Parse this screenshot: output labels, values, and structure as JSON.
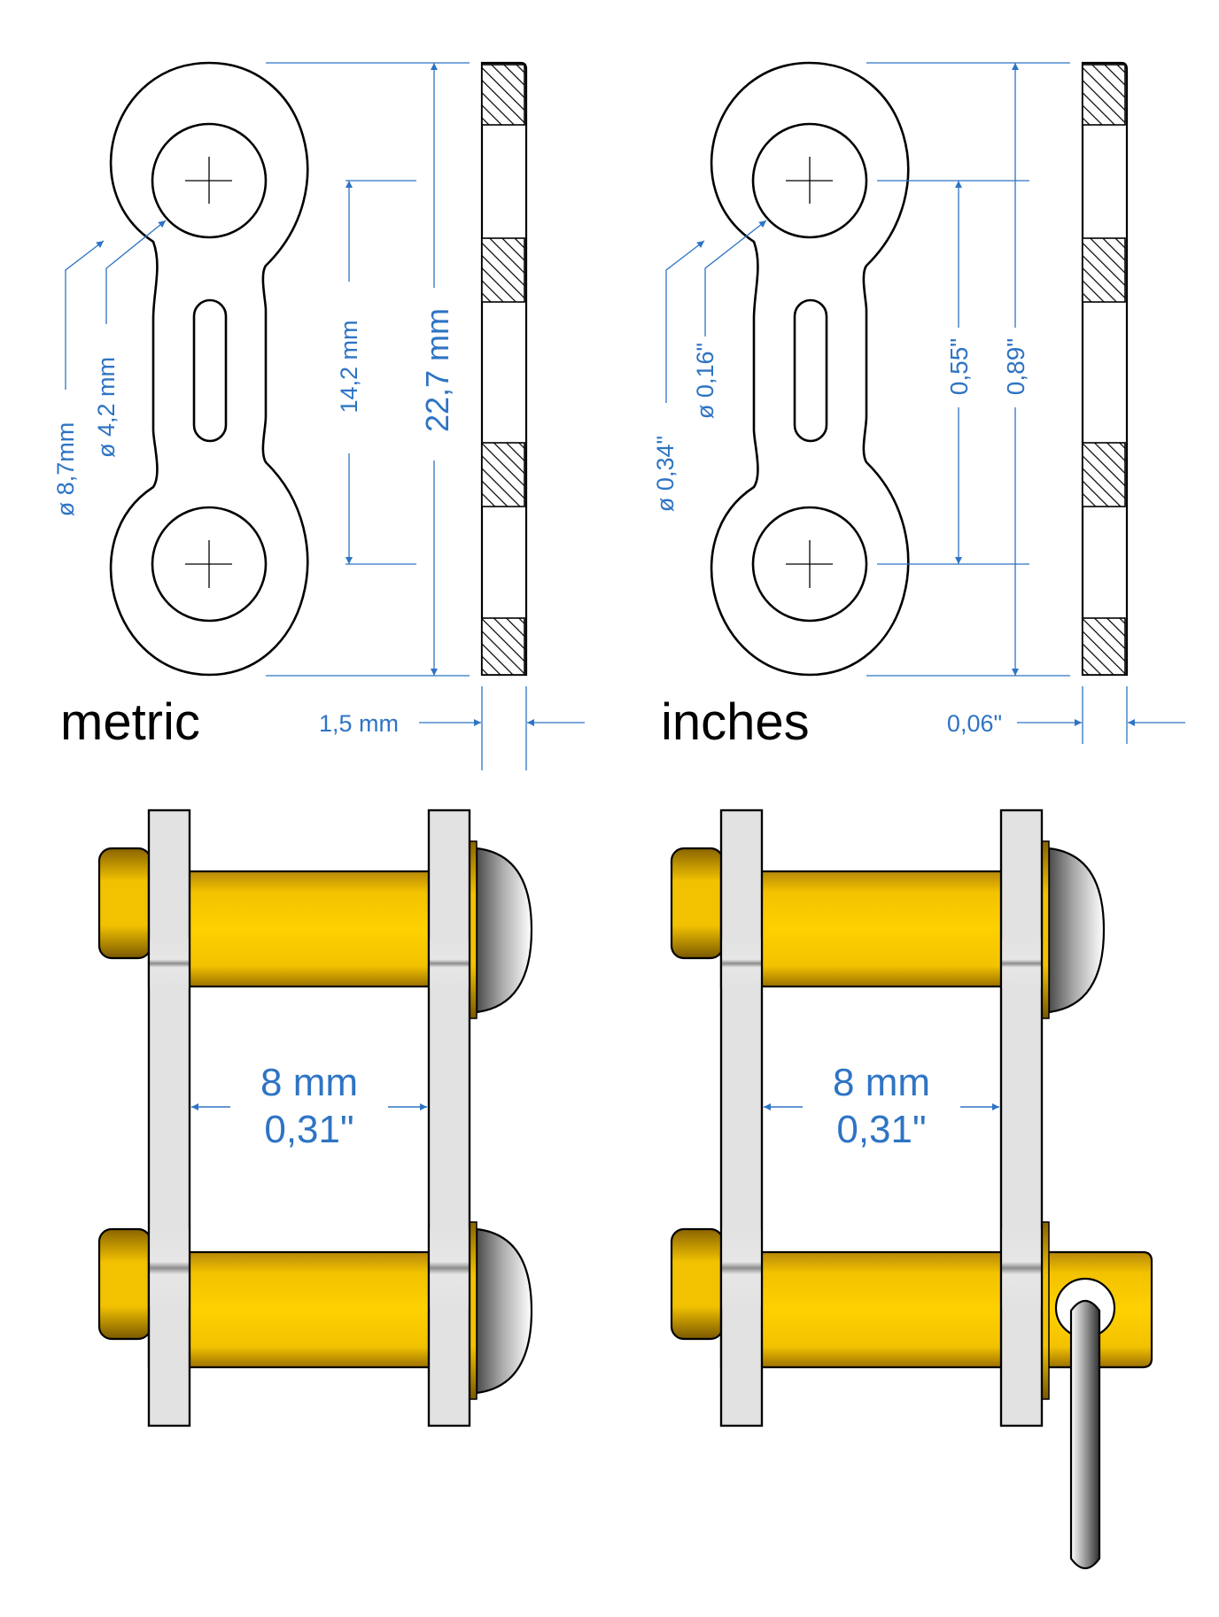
{
  "colors": {
    "dimension": "#2e74c4",
    "outline": "#000000",
    "pin_gold": "#f5c400",
    "plate_gray": "#e2e2e2"
  },
  "metric": {
    "label": "metric",
    "dim_outer_diameter": "ø 8,7mm",
    "dim_hole_diameter": "ø 4,2 mm",
    "dim_pitch": "14,2 mm",
    "dim_length": "22,7 mm",
    "dim_thickness": "1,5 mm"
  },
  "inches": {
    "label": "inches",
    "dim_outer_diameter": "ø  0,34\"",
    "dim_hole_diameter": "ø 0,16\"",
    "dim_pitch": "0,55\"",
    "dim_length": "0,89\"",
    "dim_thickness": "0,06\""
  },
  "link_left": {
    "inner_width_metric": "8 mm",
    "inner_width_inches": "0,31\""
  },
  "link_right": {
    "inner_width_metric": "8 mm",
    "inner_width_inches": "0,31\""
  }
}
